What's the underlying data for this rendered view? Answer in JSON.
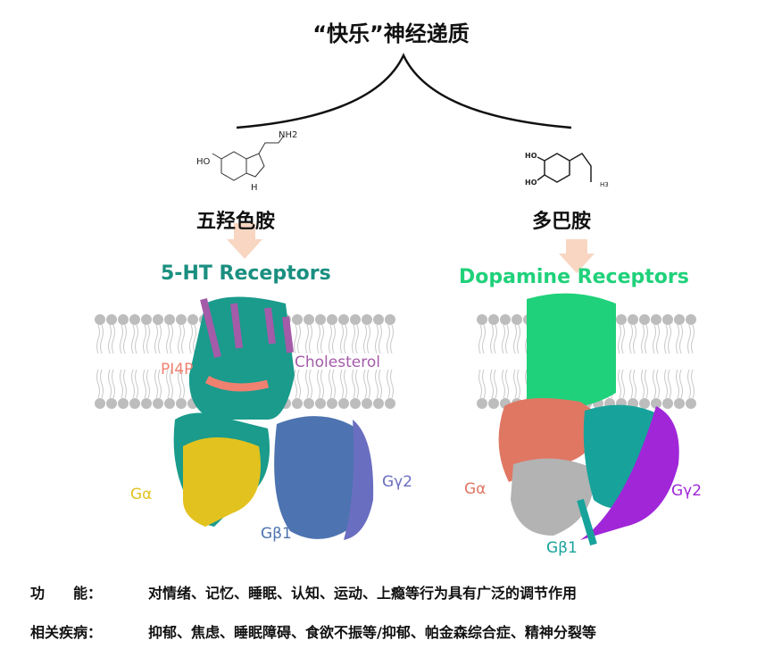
{
  "title": "“快乐”神经递质",
  "left": {
    "molecule": "五羟色胺",
    "chem_labels": {
      "ho": "HO",
      "nh2": "NH2",
      "nh": "H"
    },
    "receptor": "5-HT Receptors",
    "receptor_color": "#1a8f80",
    "labels": {
      "pi4p": "PI4P",
      "cholesterol": "Cholesterol",
      "ga": "Gα",
      "gb": "Gβ1",
      "gg": "Gγ2"
    }
  },
  "right": {
    "molecule": "多巴胺",
    "chem_labels": {
      "ho1": "HO",
      "ho2": "HO",
      "h3": "H3"
    },
    "receptor": "Dopamine Receptors",
    "receptor_color": "#1fd17a",
    "labels": {
      "ga": "Gα",
      "gb": "Gβ1",
      "gg": "Gγ2"
    }
  },
  "rows": [
    {
      "key": "功　　能：",
      "value": "对情绪、记忆、睡眠、认知、运动、上瘾等行为具有广泛的调节作用"
    },
    {
      "key": "相关疾病：",
      "value": "抑郁、焦虑、睡眠障碍、食欲不振等/抑郁、帕金森综合症、精神分裂等"
    }
  ]
}
